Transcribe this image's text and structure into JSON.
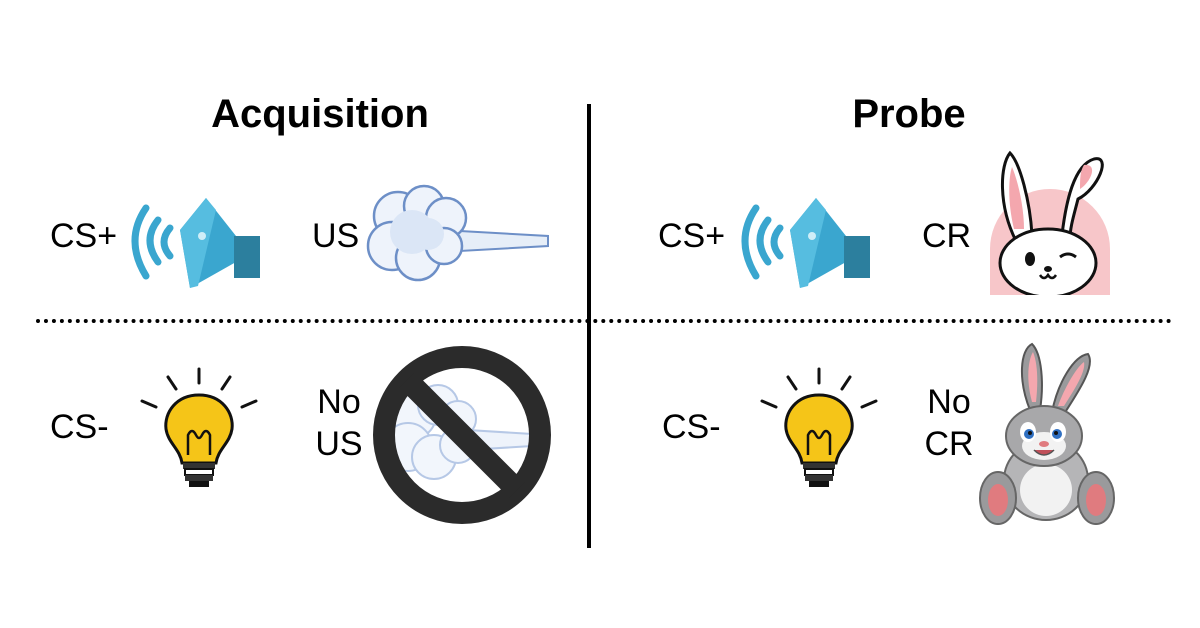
{
  "acquisition": {
    "title": "Acquisition",
    "top_stimulus": "CS+",
    "top_outcome": "US",
    "bottom_stimulus": "CS-",
    "bottom_outcome_line1": "No",
    "bottom_outcome_line2": "US"
  },
  "probe": {
    "title": "Probe",
    "top_stimulus": "CS+",
    "top_outcome": "CR",
    "bottom_stimulus": "CS-",
    "bottom_outcome_line1": "No",
    "bottom_outcome_line2": "CR"
  },
  "icons": {
    "tone": "speaker-icon",
    "airpuff": "air-puff-icon",
    "light": "light-bulb-icon",
    "no_symbol": "prohibition-icon",
    "blink": "winking-rabbit-icon",
    "no_blink": "open-eyed-rabbit-icon"
  },
  "colors": {
    "speaker": "#3aa6cf",
    "speaker_dark": "#2c7f9e",
    "bulb": "#f5c518",
    "prohibition": "#2b2b2b",
    "rabbit_bg": "#f7c6c9",
    "rabbit_gray": "#9a9a9c"
  }
}
